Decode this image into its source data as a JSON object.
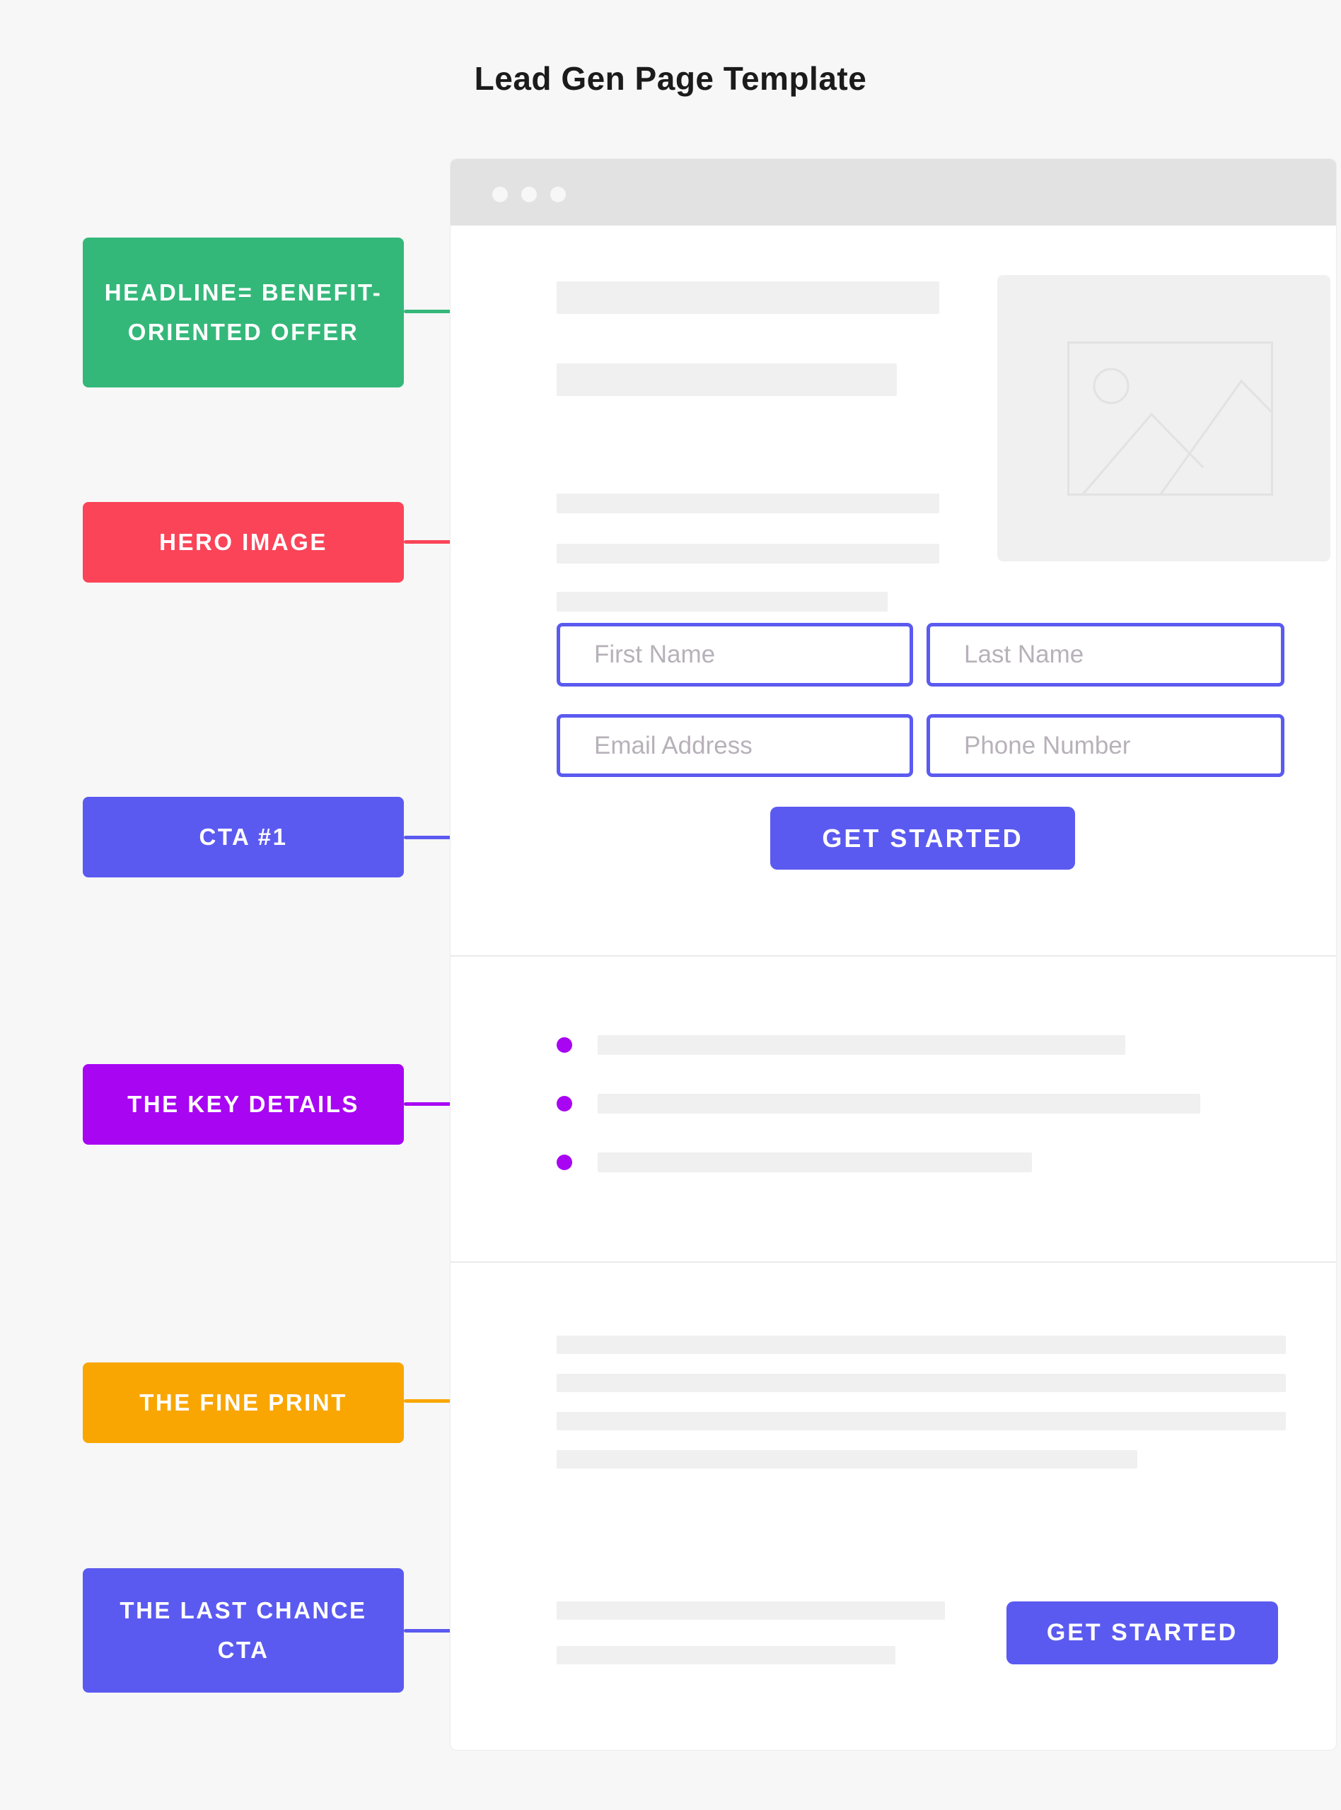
{
  "page": {
    "title": "Lead Gen Page Template",
    "background": "#f7f7f7"
  },
  "browser": {
    "titlebar_color": "#e2e2e2",
    "dot_color": "#f7f7f7"
  },
  "annotations": [
    {
      "label": "HEADLINE= BENEFIT-ORIENTED OFFER",
      "color": "#34b87a"
    },
    {
      "label": "HERO IMAGE",
      "color": "#fb4458"
    },
    {
      "label": "CTA #1",
      "color": "#5b5af0"
    },
    {
      "label": "THE KEY DETAILS",
      "color": "#a805f3"
    },
    {
      "label": "THE FINE PRINT",
      "color": "#f9a602"
    },
    {
      "label": "THE LAST CHANCE CTA",
      "color": "#5b5af0"
    }
  ],
  "form": {
    "fields": [
      {
        "placeholder": "First Name"
      },
      {
        "placeholder": "Last Name"
      },
      {
        "placeholder": "Email Address"
      },
      {
        "placeholder": "Phone Number"
      }
    ],
    "field_border_color": "#5b5af0",
    "submit_label": "GET STARTED",
    "submit_color": "#5b5af0"
  },
  "key_details": {
    "bullet_color": "#a805f3"
  },
  "footer_cta": {
    "label": "GET STARTED",
    "color": "#5b5af0"
  }
}
